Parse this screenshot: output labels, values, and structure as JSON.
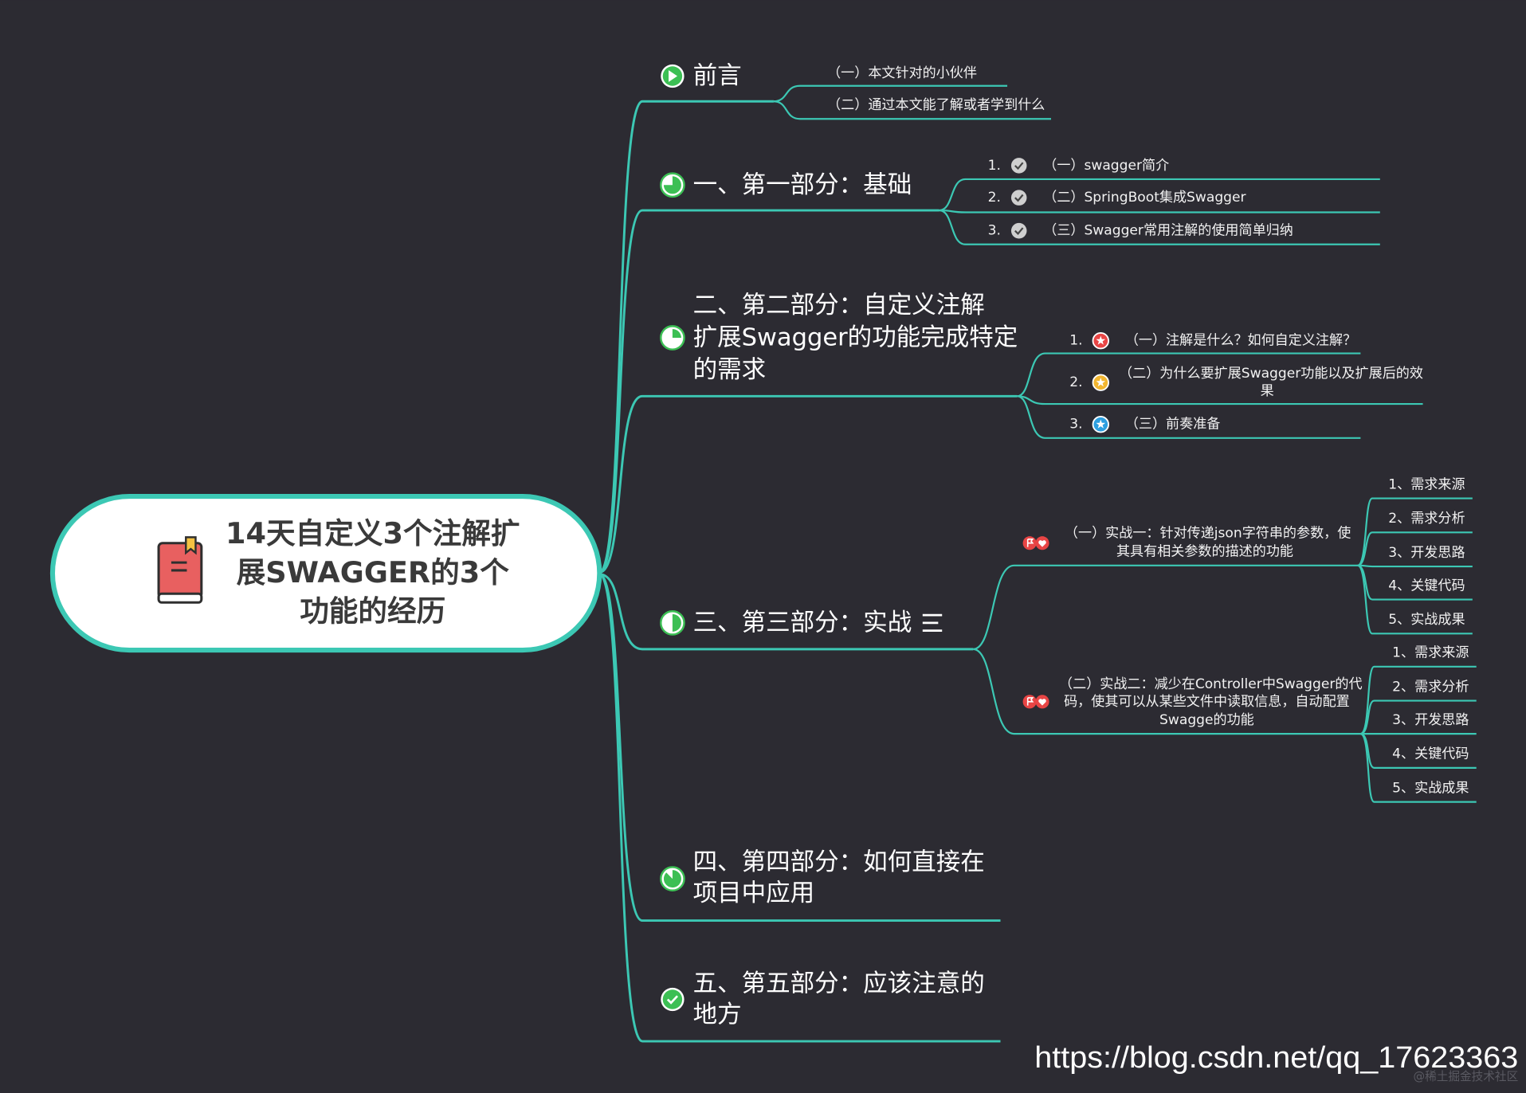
{
  "colors": {
    "background": "#2c2b32",
    "line": "#3cc8b4",
    "root_fill": "#ffffff",
    "progress_green": "#3cbf54",
    "text": "#ffffff"
  },
  "root": {
    "icon": "book-icon",
    "title_lines": [
      "14天自定义3个注解扩",
      "展SWAGGER的3个",
      "功能的经历"
    ]
  },
  "branches": [
    {
      "label_lines": [
        "前言"
      ],
      "icon": "play-circle-icon",
      "children": [
        {
          "label": "（一）本文针对的小伙伴"
        },
        {
          "label": "（二）通过本文能了解或者学到什么"
        }
      ]
    },
    {
      "label_lines": [
        "一、第一部分：基础"
      ],
      "icon": "progress-icon",
      "progress": 0.75,
      "children": [
        {
          "number": "1.",
          "icon": "check-circle-icon",
          "label": "（一）swagger简介"
        },
        {
          "number": "2.",
          "icon": "check-circle-icon",
          "label": "（二）SpringBoot集成Swagger"
        },
        {
          "number": "3.",
          "icon": "check-circle-icon",
          "label": "（三）Swagger常用注解的使用简单归纳"
        }
      ]
    },
    {
      "label_lines": [
        "二、第二部分：自定义注解",
        "扩展Swagger的功能完成特定",
        "的需求"
      ],
      "icon": "progress-icon",
      "progress": 0.25,
      "children": [
        {
          "number": "1.",
          "icon": "star-red-icon",
          "color": "#e84545",
          "label_lines": [
            "（一）注解是什么？如何自定义注解？"
          ]
        },
        {
          "number": "2.",
          "icon": "star-yellow-icon",
          "color": "#f2b630",
          "label_lines": [
            "（二）为什么要扩展Swagger功能以及扩展后的效",
            "果"
          ]
        },
        {
          "number": "3.",
          "icon": "star-blue-icon",
          "color": "#2d9fe0",
          "label_lines": [
            "（三）前奏准备"
          ]
        }
      ]
    },
    {
      "label_lines": [
        "三、第三部分：实战"
      ],
      "icon": "progress-icon",
      "progress": 0.5,
      "note_icon": "notes-icon",
      "children": [
        {
          "icon": "flags-icon",
          "label_lines": [
            "（一）实战一：针对传递json字符串的参数，使",
            "其具有相关参数的描述的功能"
          ],
          "children": [
            "1、需求来源",
            "2、需求分析",
            "3、开发思路",
            "4、关键代码",
            "5、实战成果"
          ]
        },
        {
          "icon": "flags-icon",
          "label_lines": [
            "（二）实战二：减少在Controller中Swagger的代",
            "码，使其可以从某些文件中读取信息，自动配置",
            "Swagge的功能"
          ],
          "children": [
            "1、需求来源",
            "2、需求分析",
            "3、开发思路",
            "4、关键代码",
            "5、实战成果"
          ]
        }
      ]
    },
    {
      "label_lines": [
        "四、第四部分：如何直接在",
        "项目中应用"
      ],
      "icon": "progress-icon",
      "progress": 0.875
    },
    {
      "label_lines": [
        "五、第五部分：应该注意的",
        "地方"
      ],
      "icon": "check-circle-icon",
      "progress": 1
    }
  ],
  "watermark": {
    "url": "https://blog.csdn.net/qq_17623363",
    "site": "@稀土掘金技术社区"
  }
}
